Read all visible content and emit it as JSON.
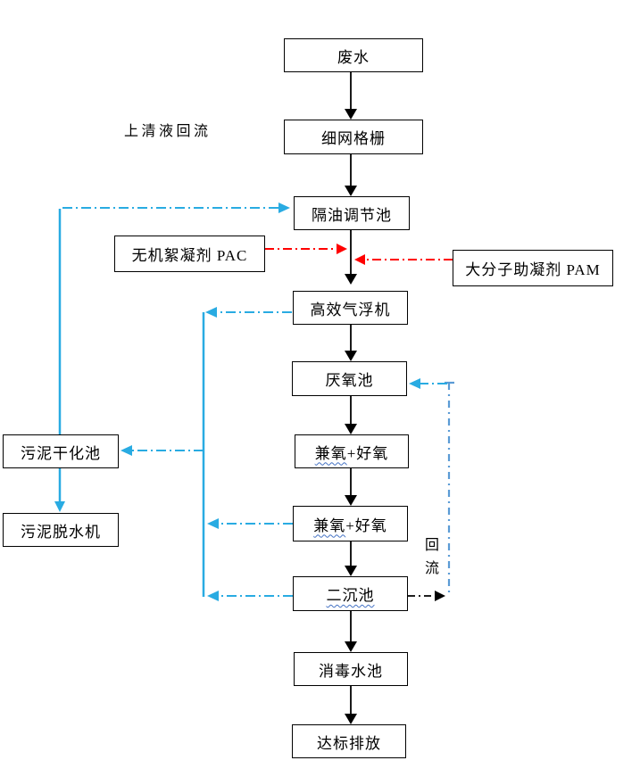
{
  "nodes": {
    "wastewater": {
      "label": "废水"
    },
    "fine_screen": {
      "label": "细网格栅"
    },
    "oil_tank": {
      "label": "隔油调节池"
    },
    "flotation": {
      "label": "高效气浮机"
    },
    "anaerobic": {
      "label": "厌氧池"
    },
    "fac1": {
      "squiggle": "兼氧",
      "rest": "+好氧"
    },
    "fac2": {
      "squiggle": "兼氧",
      "rest": "+好氧"
    },
    "sed": {
      "squiggle": "二沉池",
      "rest": ""
    },
    "disinfect": {
      "label": "消毒水池"
    },
    "discharge": {
      "label": "达标排放"
    },
    "pac": {
      "label": "无机絮凝剂 PAC"
    },
    "pam": {
      "label": "大分子助凝剂 PAM"
    },
    "sludge_dry": {
      "label": "污泥干化池"
    },
    "sludge_dewater": {
      "label": "污泥脱水机"
    }
  },
  "annotations": {
    "supernatant_return": "上清液回流",
    "reflux_line1": "回",
    "reflux_line2": "流"
  },
  "colors": {
    "flow_black": "#000000",
    "sludge_blue": "#29ABE2",
    "return_blue": "#5B9BD5",
    "chemical_red": "#FF0000",
    "squiggle_blue": "#4472C4",
    "background": "#FFFFFF"
  },
  "edges": [
    {
      "from": "wastewater",
      "to": "fine_screen",
      "style": "solid",
      "color": "black"
    },
    {
      "from": "fine_screen",
      "to": "oil_tank",
      "style": "solid",
      "color": "black"
    },
    {
      "from": "oil_tank",
      "to": "flotation",
      "style": "solid",
      "color": "black"
    },
    {
      "from": "flotation",
      "to": "anaerobic",
      "style": "solid",
      "color": "black"
    },
    {
      "from": "anaerobic",
      "to": "fac1",
      "style": "solid",
      "color": "black"
    },
    {
      "from": "fac1",
      "to": "fac2",
      "style": "solid",
      "color": "black"
    },
    {
      "from": "fac2",
      "to": "sed",
      "style": "solid",
      "color": "black"
    },
    {
      "from": "sed",
      "to": "disinfect",
      "style": "solid",
      "color": "black"
    },
    {
      "from": "disinfect",
      "to": "discharge",
      "style": "solid",
      "color": "black"
    },
    {
      "from": "pac",
      "to": "dosing-point",
      "style": "dash-dot",
      "color": "red"
    },
    {
      "from": "pam",
      "to": "dosing-point",
      "style": "dash-dot",
      "color": "red"
    },
    {
      "from": "sludge_dry",
      "to": "oil_tank",
      "style": "solid+dash-dot",
      "color": "blue",
      "label": "上清液回流"
    },
    {
      "from": "flotation",
      "to": "sludge-trunk",
      "style": "dash-dot",
      "color": "blue"
    },
    {
      "from": "fac2",
      "to": "sludge-trunk",
      "style": "dash-dot",
      "color": "blue"
    },
    {
      "from": "sed",
      "to": "sludge-trunk",
      "style": "dash-dot",
      "color": "blue"
    },
    {
      "from": "sludge-trunk",
      "to": "sludge_dry",
      "style": "dash-dot",
      "color": "blue"
    },
    {
      "from": "sludge_dry",
      "to": "sludge_dewater",
      "style": "solid",
      "color": "blue"
    },
    {
      "from": "sed",
      "to": "anaerobic",
      "style": "dash-dot",
      "color": "black/blue",
      "label": "回流"
    }
  ]
}
